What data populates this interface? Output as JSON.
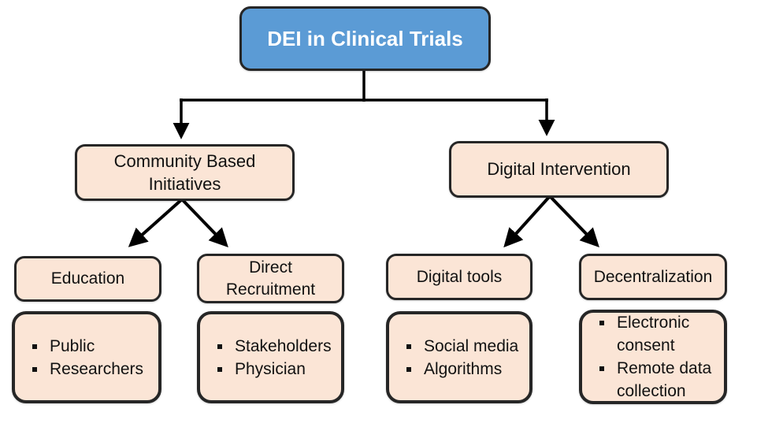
{
  "title": "DEI in Clinical Trials flowchart",
  "colors": {
    "root_fill": "#5B9BD5",
    "root_text": "#FFFFFF",
    "node_fill": "#FBE5D6",
    "border": "#262626",
    "line": "#000000"
  },
  "root": {
    "label": "DEI in Clinical Trials"
  },
  "branches": [
    {
      "label": "Community Based Initiatives",
      "children": [
        {
          "label": "Education",
          "items": [
            "Public",
            "Researchers"
          ]
        },
        {
          "label": "Direct Recruitment",
          "items": [
            "Stakeholders",
            "Physician"
          ]
        }
      ]
    },
    {
      "label": "Digital Intervention",
      "children": [
        {
          "label": "Digital tools",
          "items": [
            "Social media",
            "Algorithms"
          ]
        },
        {
          "label": "Decentralization",
          "items": [
            "Electronic consent",
            "Remote data collection"
          ]
        }
      ]
    }
  ]
}
